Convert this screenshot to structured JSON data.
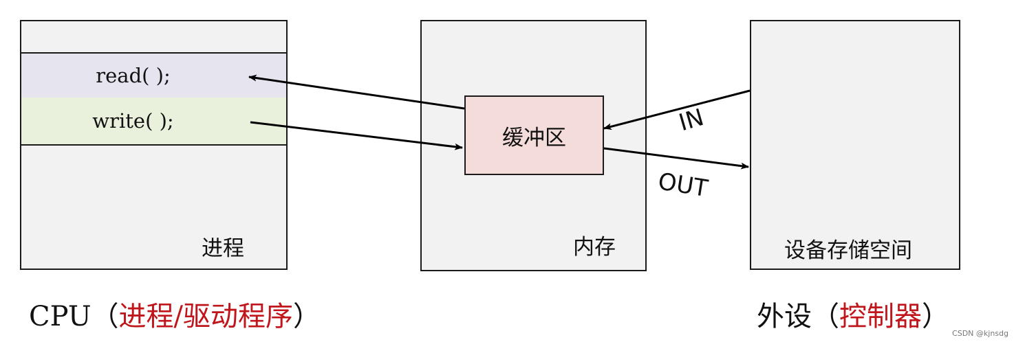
{
  "process_box": {
    "read_call": "read( );",
    "write_call": "write( );",
    "label": "进程"
  },
  "memory_box": {
    "buffer_label": "缓冲区",
    "label": "内存"
  },
  "device_box": {
    "label": "设备存储空间"
  },
  "arrows": {
    "in_label": "IN",
    "out_label": "OUT"
  },
  "footer": {
    "cpu_prefix": "CPU（",
    "cpu_highlight": "进程/驱动程序",
    "cpu_suffix": "）",
    "peripheral_prefix": "外设（",
    "peripheral_highlight": "控制器",
    "peripheral_suffix": "）"
  },
  "watermark": "CSDN @kjnsdg",
  "colors": {
    "box_fill": "#f2f2f2",
    "read_row": "#e6e4ef",
    "write_row": "#e9f0dc",
    "buffer_fill": "#f3dcda",
    "highlight_red": "#c0151b"
  }
}
